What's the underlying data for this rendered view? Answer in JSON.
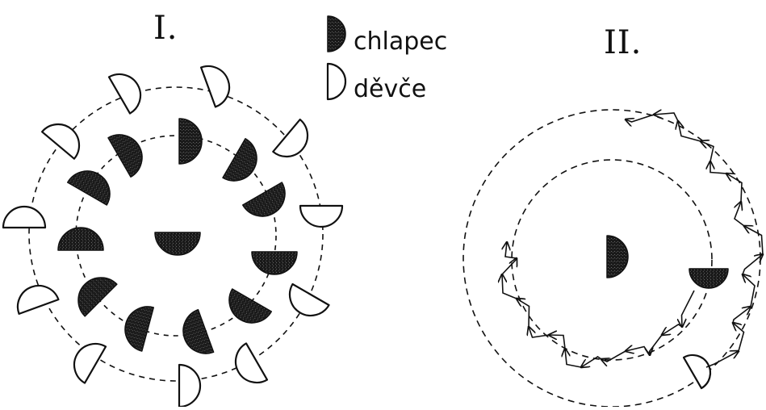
{
  "diagram": {
    "panel_1_label": "I.",
    "panel_2_label": "II.",
    "legend": {
      "boy_label": "chlapec",
      "girl_label": "děvče"
    },
    "colors": {
      "boy_fill": "#1a1a1a",
      "girl_fill": "#ffffff",
      "stroke": "#111111"
    }
  }
}
